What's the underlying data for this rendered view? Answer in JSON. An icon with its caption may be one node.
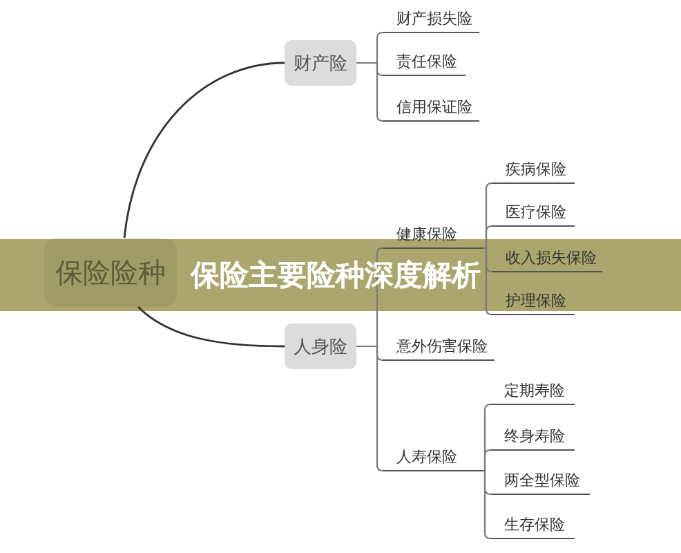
{
  "diagram": {
    "title": "保险主要险种深度解析",
    "nodes": [
      {
        "text": [
          "保险险种"
        ]
      },
      {
        "text": [
          "财产险"
        ]
      },
      {
        "text": [
          "财产损失险"
        ]
      },
      {
        "text": [
          "责任保险"
        ]
      },
      {
        "text": [
          "信用保证险"
        ]
      },
      {
        "text": [
          "人身险"
        ]
      },
      {
        "text": [
          "健康保险"
        ]
      },
      {
        "text": [
          "疾病保险"
        ]
      },
      {
        "text": [
          "医疗保险"
        ]
      },
      {
        "text": [
          "收入损失保险"
        ]
      },
      {
        "text": [
          "护理保险"
        ]
      },
      {
        "text": [
          "意外伤害保险"
        ]
      },
      {
        "text": [
          "人寿保险"
        ]
      },
      {
        "text": [
          "定期寿险"
        ]
      },
      {
        "text": [
          "终身寿险"
        ]
      },
      {
        "text": [
          "两全型保险"
        ]
      },
      {
        "text": [
          "生存保险"
        ]
      }
    ],
    "edges": [
      {
        "from": 0,
        "to": 1,
        "arrow": "none",
        "color": "#333333"
      },
      {
        "from": 1,
        "to": 2,
        "arrow": "none"
      },
      {
        "from": 1,
        "to": 3,
        "arrow": "none"
      },
      {
        "from": 1,
        "to": 4,
        "arrow": "none"
      },
      {
        "from": 0,
        "to": 5,
        "arrow": "none",
        "color": "#333333"
      },
      {
        "from": 5,
        "to": 6,
        "arrow": "none"
      },
      {
        "from": 6,
        "to": 7,
        "arrow": "none"
      },
      {
        "from": 6,
        "to": 8,
        "arrow": "none"
      },
      {
        "from": 6,
        "to": 9,
        "arrow": "none"
      },
      {
        "from": 6,
        "to": 10,
        "arrow": "none"
      },
      {
        "from": 5,
        "to": 11,
        "arrow": "none"
      },
      {
        "from": 5,
        "to": 12,
        "arrow": "none"
      },
      {
        "from": 12,
        "to": 13,
        "arrow": "none"
      },
      {
        "from": 12,
        "to": 14,
        "arrow": "none"
      },
      {
        "from": 12,
        "to": 15,
        "arrow": "none"
      },
      {
        "from": 12,
        "to": 16,
        "arrow": "none"
      }
    ]
  }
}
